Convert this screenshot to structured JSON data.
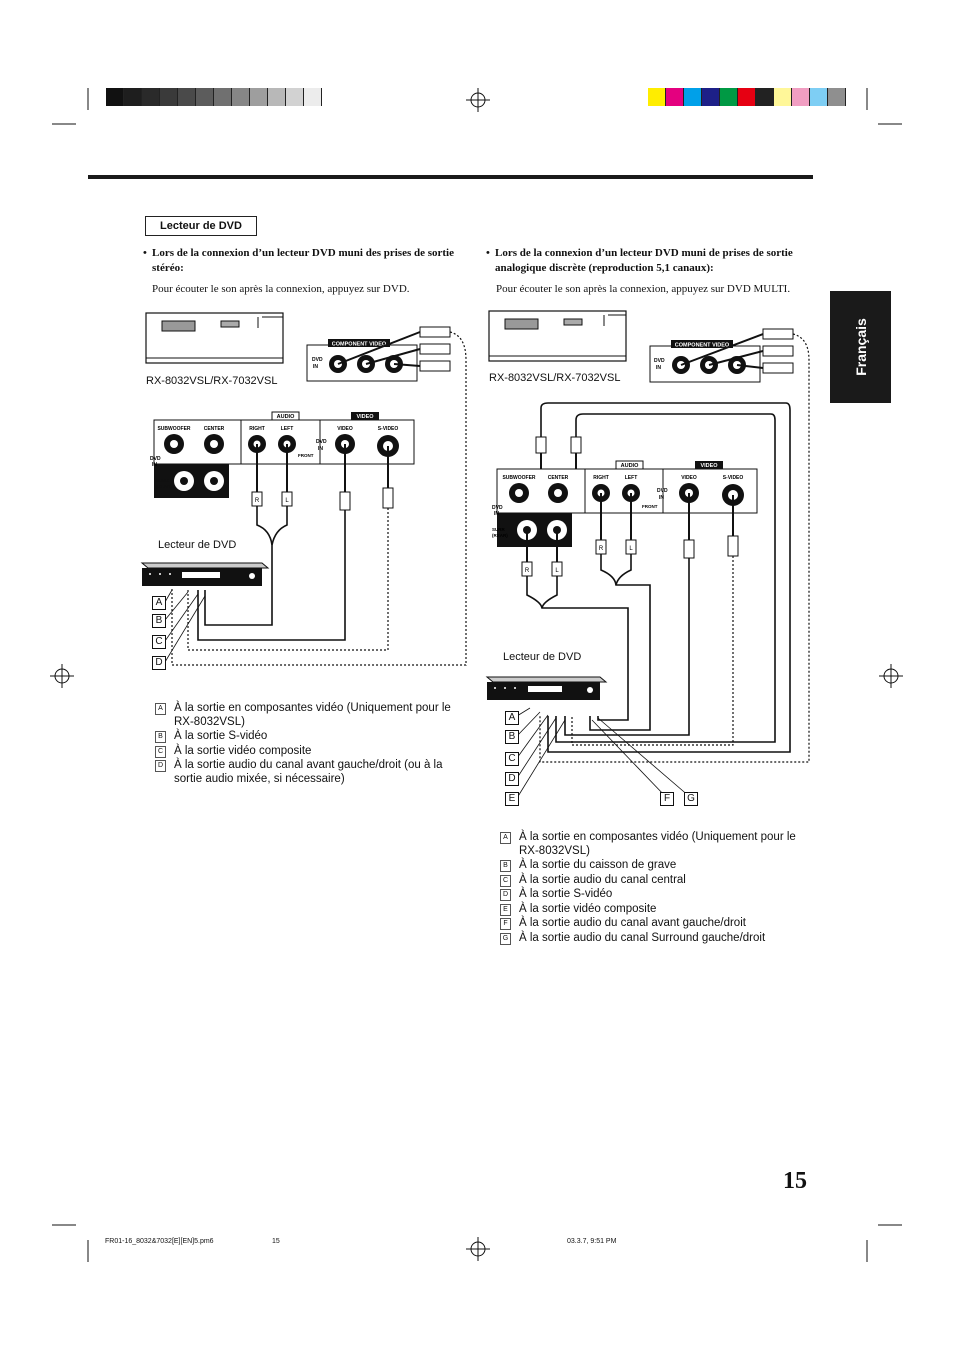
{
  "page": {
    "section_label": "Lecteur de DVD",
    "language_tab": "Français",
    "page_number": "15"
  },
  "colors": {
    "gray_bar": [
      "#111111",
      "#1e1e1e",
      "#2a2a2a",
      "#3a3a3a",
      "#4a4a4a",
      "#5c5c5c",
      "#707070",
      "#868686",
      "#9e9e9e",
      "#b8b8b8",
      "#d2d2d2",
      "#ececec"
    ],
    "color_bar": [
      "#ffed00",
      "#e4007f",
      "#00a0e9",
      "#1d2088",
      "#009944",
      "#e60012",
      "#222222",
      "#fff799",
      "#f19ec2",
      "#7ecef4",
      "#8f8f8f"
    ]
  },
  "left_section": {
    "heading": "Lors de la connexion d’un lecteur DVD muni des prises de sortie stéréo:",
    "subtext": "Pour écouter le son après la connexion, appuyez sur DVD.",
    "receiver_label": "RX-8032VSL/RX-7032VSL",
    "player_label": "Lecteur de DVD",
    "letters": [
      "A",
      "B",
      "C",
      "D"
    ],
    "legend": [
      {
        "key": "A",
        "text": "À la sortie en composantes vidéo (Uniquement pour le RX-8032VSL)"
      },
      {
        "key": "B",
        "text": "À la sortie S-vidéo"
      },
      {
        "key": "C",
        "text": "À la sortie vidéo composite"
      },
      {
        "key": "D",
        "text": "À la sortie audio du canal avant gauche/droit (ou à la sortie audio mixée, si nécessaire)"
      }
    ]
  },
  "right_section": {
    "heading": "Lors de la connexion d’un lecteur DVD muni de prises de sortie analogique discrète (reproduction 5,1 canaux):",
    "subtext": "Pour écouter le son après la connexion, appuyez sur DVD MULTI.",
    "receiver_label": "RX-8032VSL/RX-7032VSL",
    "player_label": "Lecteur de DVD",
    "letters": [
      "A",
      "B",
      "C",
      "D",
      "E",
      "F",
      "G"
    ],
    "legend": [
      {
        "key": "A",
        "text": "À la sortie en composantes vidéo (Uniquement pour le RX-8032VSL)"
      },
      {
        "key": "B",
        "text": "À la sortie du caisson de grave"
      },
      {
        "key": "C",
        "text": "À la sortie audio du canal central"
      },
      {
        "key": "D",
        "text": "À la sortie S-vidéo"
      },
      {
        "key": "E",
        "text": "À la sortie vidéo composite"
      },
      {
        "key": "F",
        "text": "À la sortie audio du canal avant gauche/droit"
      },
      {
        "key": "G",
        "text": "À la sortie audio du canal Surround gauche/droit"
      }
    ]
  },
  "panel_labels": {
    "component_video": "COMPONENT VIDEO",
    "dvd_in": [
      "DVD",
      "IN"
    ],
    "audio": "AUDIO",
    "video": "VIDEO",
    "subwoofer": "SUBWOOFER",
    "center": "CENTER",
    "right": "RIGHT",
    "left": "LEFT",
    "s_video": "S-VIDEO",
    "front": "FRONT",
    "surr_rear": [
      "SURR",
      "(REAR)"
    ],
    "plug_r": "R",
    "plug_l": "L"
  },
  "footer": {
    "file": "FR01-16_8032&7032[E][EN]5.pm6",
    "page": "15",
    "date": "03.3.7, 9:51 PM"
  }
}
